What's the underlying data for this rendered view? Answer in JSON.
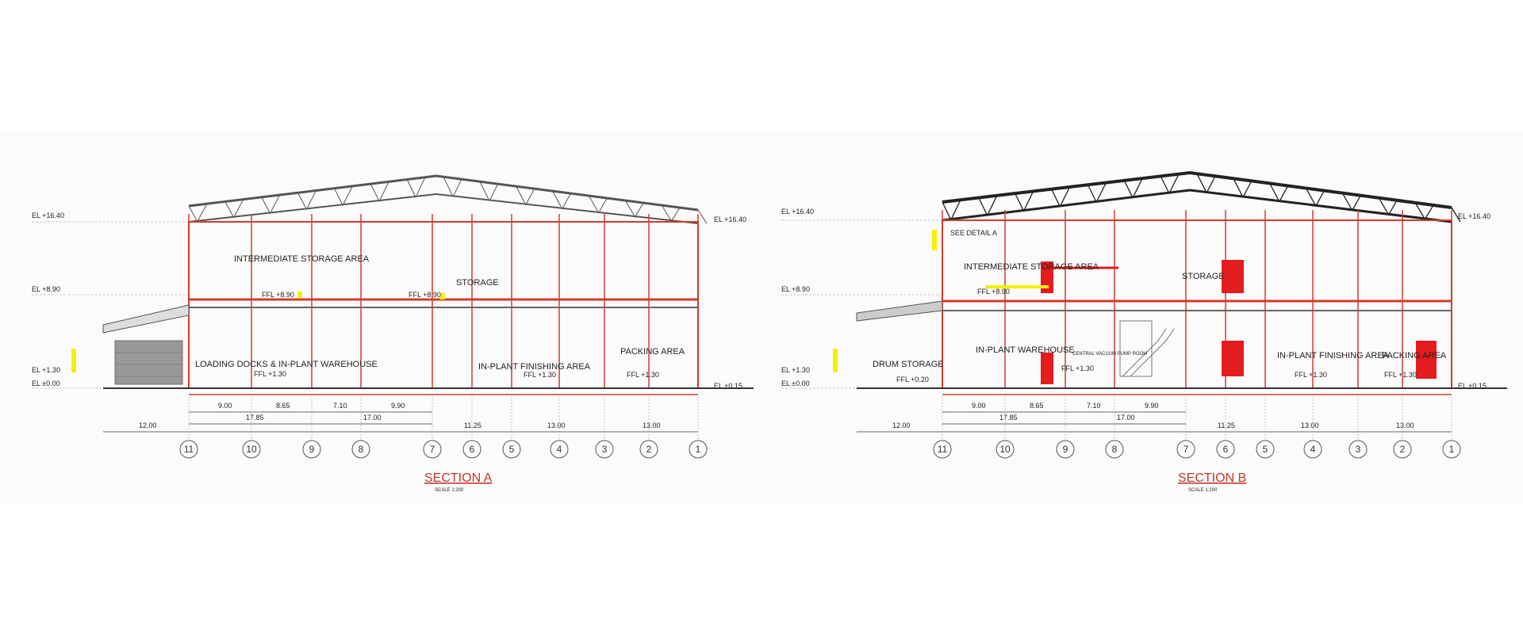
{
  "sections": [
    {
      "title": "SECTION A",
      "scale": "SCALE 1:200",
      "elevations": [
        "EL +16.40",
        "EL +8.90",
        "EL +1.30",
        "EL ±0.00",
        "EL +16.40",
        "EL +0.15"
      ],
      "rooms": [
        "INTERMEDIATE STORAGE AREA",
        "STORAGE",
        "LOADING DOCKS & IN-PLANT WAREHOUSE",
        "IN-PLANT FINISHING AREA",
        "PACKING AREA"
      ],
      "floor_levels": [
        "FFL +8.90",
        "FFL +8.90",
        "FFL +1.30",
        "FFL +1.30",
        "FFL +1.30"
      ],
      "dims_row1": [
        "9.00",
        "8.65",
        "7.10",
        "9.90"
      ],
      "dims_row2": [
        "17.85",
        "17.00"
      ],
      "dims_row3": [
        "12.00",
        "11.25",
        "13.00",
        "13.00"
      ],
      "grid": [
        "11",
        "10",
        "9",
        "8",
        "7",
        "6",
        "5",
        "4",
        "3",
        "2",
        "1"
      ]
    },
    {
      "title": "SECTION B",
      "scale": "SCALE 1:200",
      "elevations": [
        "EL +16.40",
        "EL +8.90",
        "EL +1.30",
        "EL ±0.00",
        "EL +16.40",
        "EL +0.15"
      ],
      "rooms": [
        "INTERMEDIATE STORAGE AREA",
        "STORAGE",
        "DRUM STORAGE",
        "IN-PLANT WAREHOUSE",
        "CENTRAL VACUUM PUMP ROOM",
        "IN-PLANT FINISHING AREA",
        "PACKING AREA"
      ],
      "floor_levels": [
        "FFL +8.90",
        "FFL +0.20",
        "FFL +1.30",
        "FFL +1.30",
        "FFL +1.30"
      ],
      "note": "SEE DETAIL A",
      "dims_row1": [
        "9.00",
        "8.65",
        "7.10",
        "9.90"
      ],
      "dims_row2": [
        "17.85",
        "17.00"
      ],
      "dims_row3": [
        "12.00",
        "11.25",
        "13.00",
        "13.00"
      ],
      "grid": [
        "11",
        "10",
        "9",
        "8",
        "7",
        "6",
        "5",
        "4",
        "3",
        "2",
        "1"
      ]
    }
  ],
  "colors": {
    "structure": "#d23c2c",
    "truss": "#555555",
    "fill": "#e31d1d",
    "highlight": "#f5f000",
    "dim": "#333333"
  }
}
